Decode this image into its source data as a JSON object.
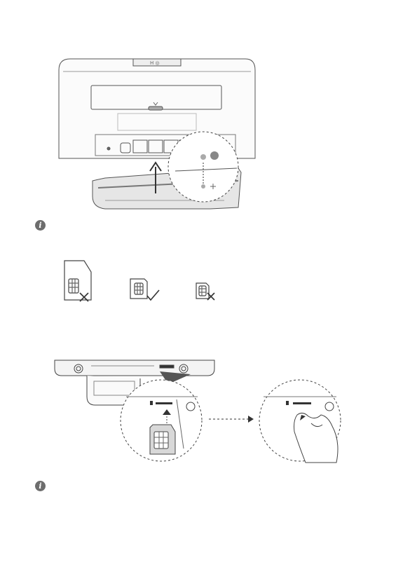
{
  "page": {
    "notes": [
      {
        "icon": "info-icon",
        "glyph": "i"
      },
      {
        "icon": "info-icon",
        "glyph": "i"
      }
    ],
    "sim_cards": [
      {
        "size": "standard",
        "status": "not-supported",
        "mark": "cross-icon"
      },
      {
        "size": "micro",
        "status": "supported",
        "mark": "check-icon"
      },
      {
        "size": "nano",
        "status": "not-supported",
        "mark": "cross-icon"
      }
    ]
  }
}
